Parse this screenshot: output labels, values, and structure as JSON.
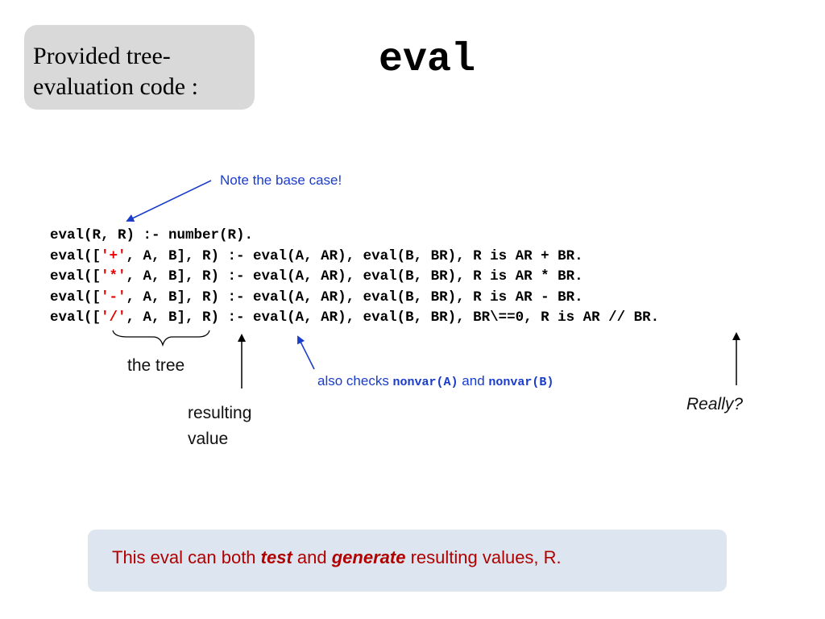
{
  "header_label": {
    "line1": "Provided tree-",
    "line2": "evaluation code :"
  },
  "title": "eval",
  "code": {
    "line1": "eval(R, R) :- number(R).",
    "line2": {
      "pre": "eval([",
      "op": "'+'",
      "post": ", A, B], R) :- eval(A, AR), eval(B, BR), R is AR + BR."
    },
    "line3": {
      "pre": "eval([",
      "op": "'*'",
      "post": ", A, B], R) :- eval(A, AR), eval(B, BR), R is AR * BR."
    },
    "line4": {
      "pre": "eval([",
      "op": "'-'",
      "post": ", A, B], R) :- eval(A, AR), eval(B, BR), R is AR - BR."
    },
    "line5": {
      "pre": "eval([",
      "op": "'/'",
      "post": ", A, B], R) :- eval(A, AR), eval(B, BR), BR\\==0, R is AR // BR."
    }
  },
  "annotations": {
    "base_case": "Note the base case!",
    "the_tree": "the tree",
    "resulting_value_1": "resulting",
    "resulting_value_2": "value",
    "also_checks": {
      "pre": "also checks ",
      "code1": "nonvar(A)",
      "mid": " and ",
      "code2": "nonvar(B)"
    },
    "really": "Really?"
  },
  "bottom_note": {
    "pre": "This eval can both ",
    "em1": "test",
    "mid": " and ",
    "em2": "generate",
    "post": " resulting values, R."
  },
  "colors": {
    "operator_red": "#e60000",
    "annotation_blue": "#1a3ccc",
    "note_red": "#b00000"
  }
}
